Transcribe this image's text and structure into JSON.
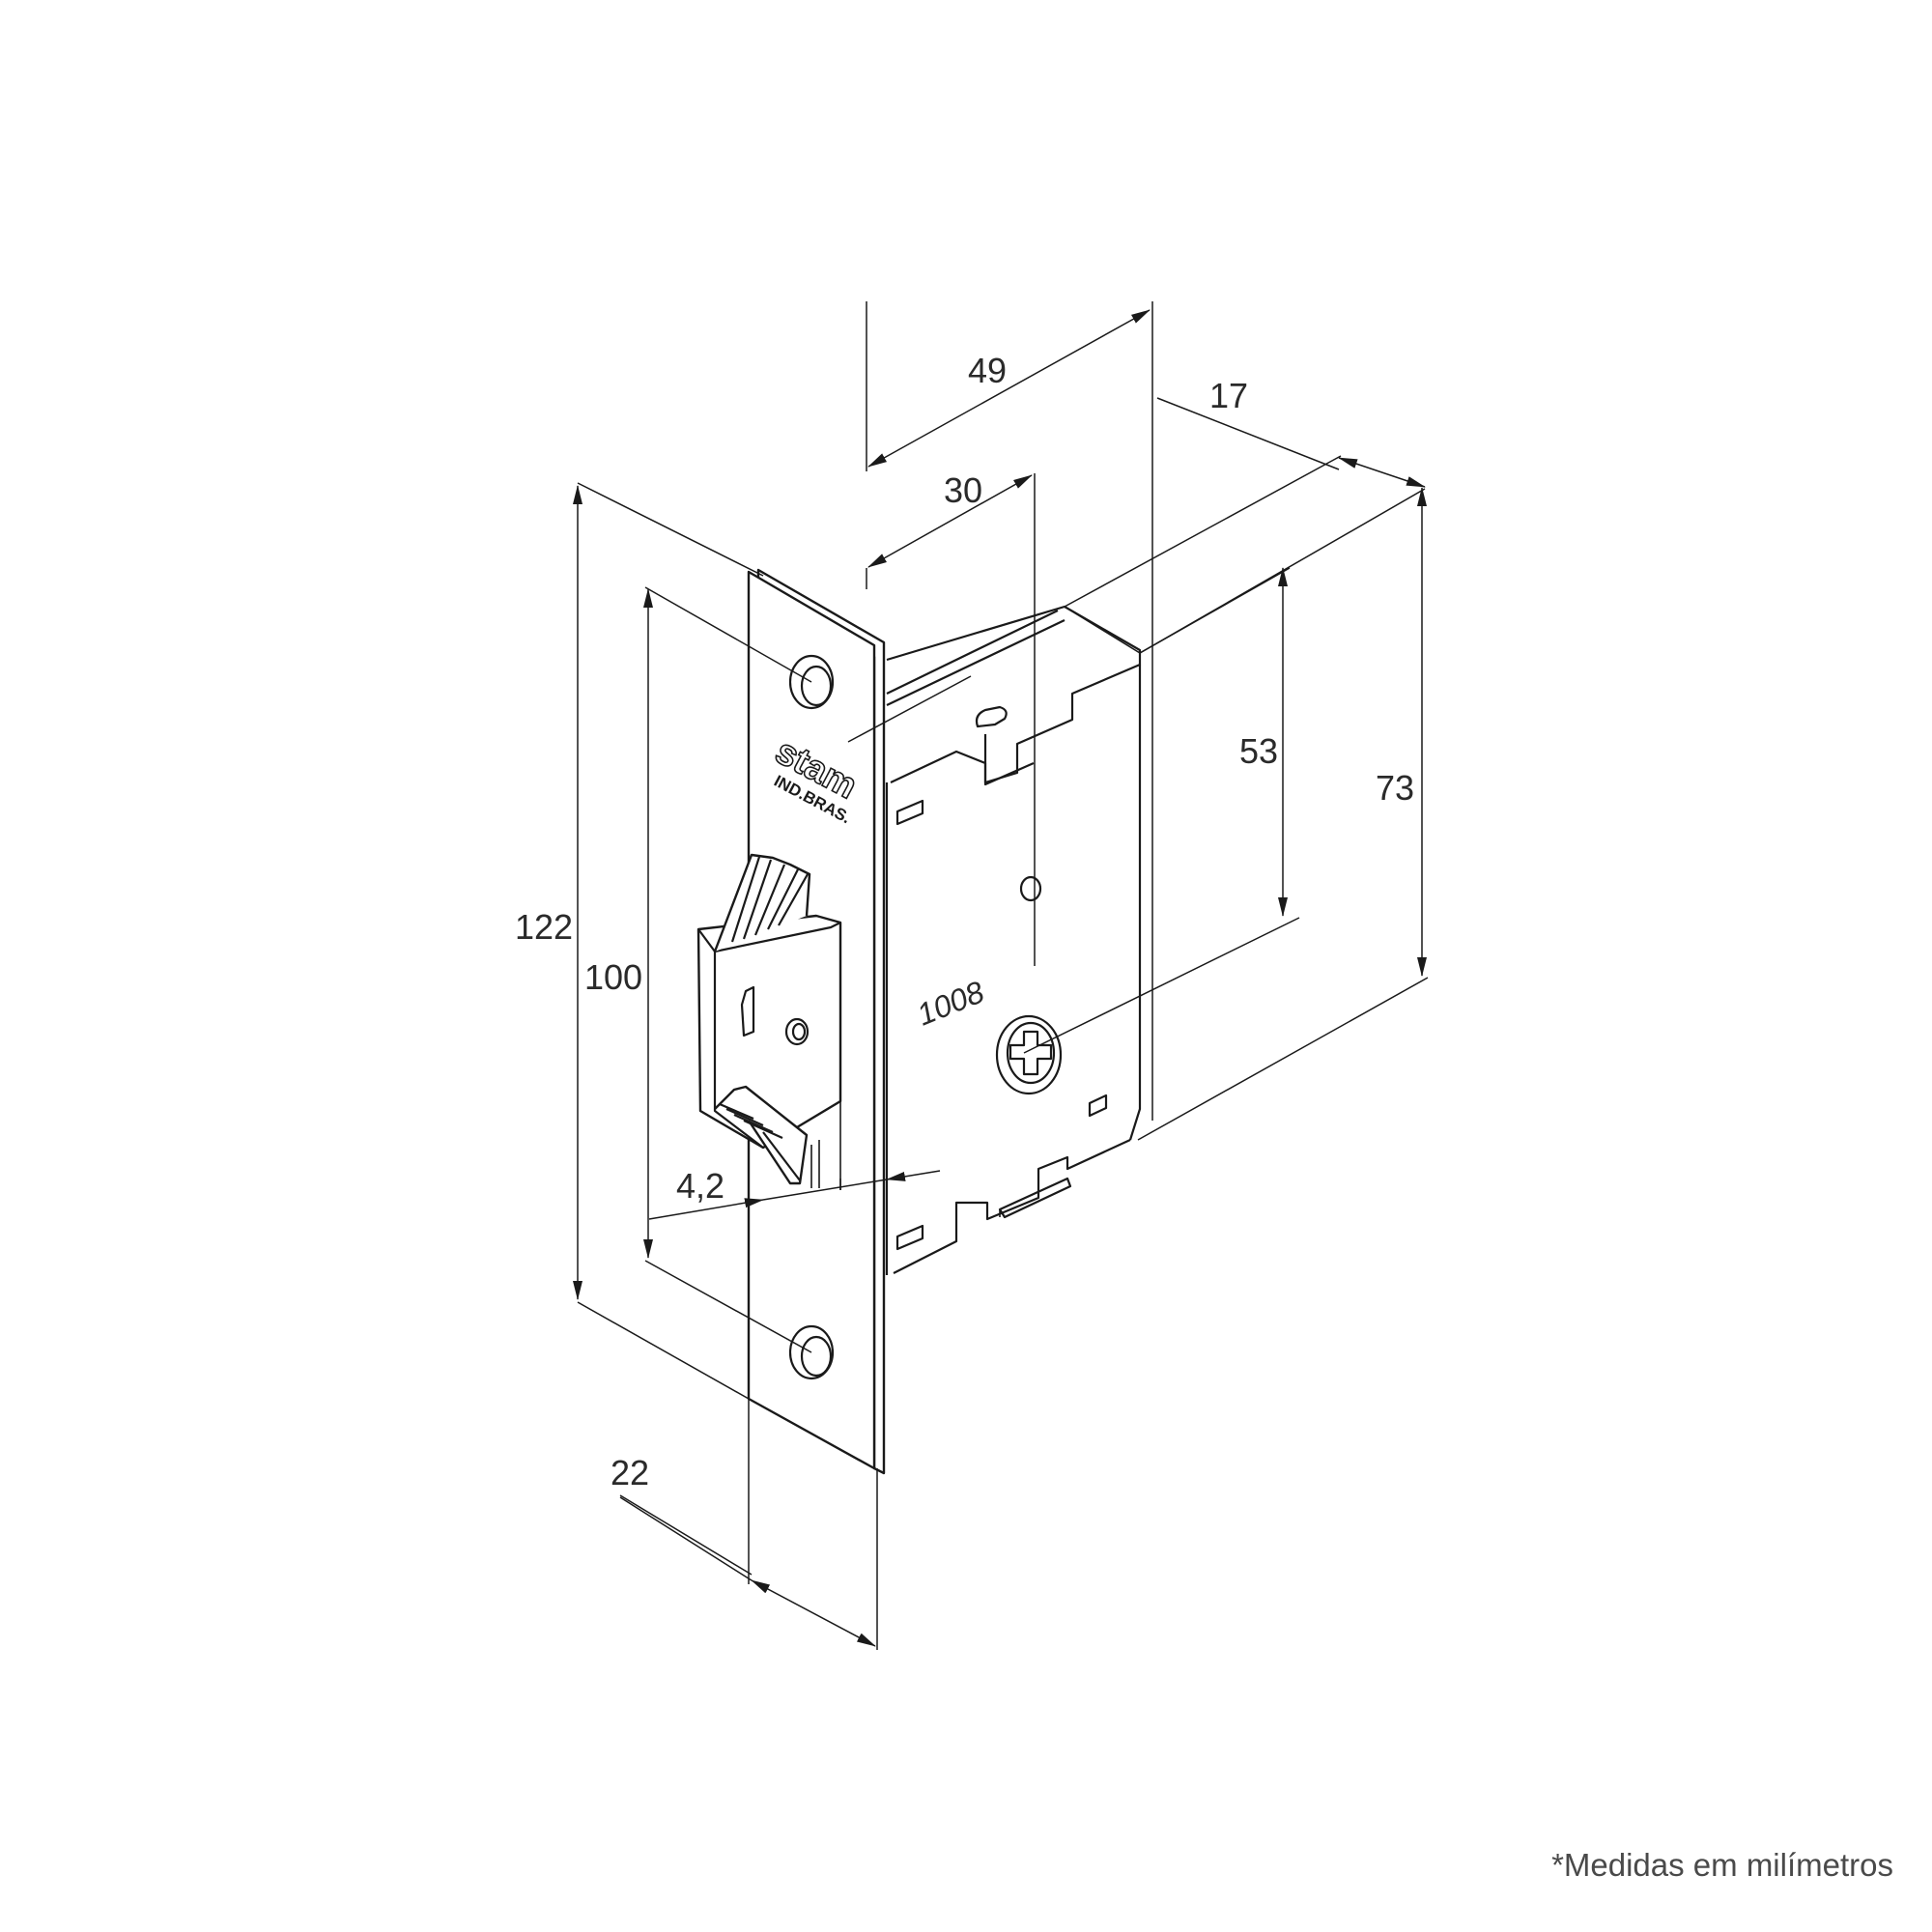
{
  "dimensions": {
    "d49": "49",
    "d17": "17",
    "d30": "30",
    "d53": "53",
    "d73": "73",
    "d122": "122",
    "d100": "100",
    "d42": "4,2",
    "d22": "22"
  },
  "part_marks": {
    "model_number": "1008",
    "brand": "stam",
    "origin": "IND.BRAS."
  },
  "footnote": "*Medidas em milímetros",
  "colors": {
    "line": "#1a1a1a",
    "text": "#2a2a2a",
    "background": "#ffffff"
  }
}
